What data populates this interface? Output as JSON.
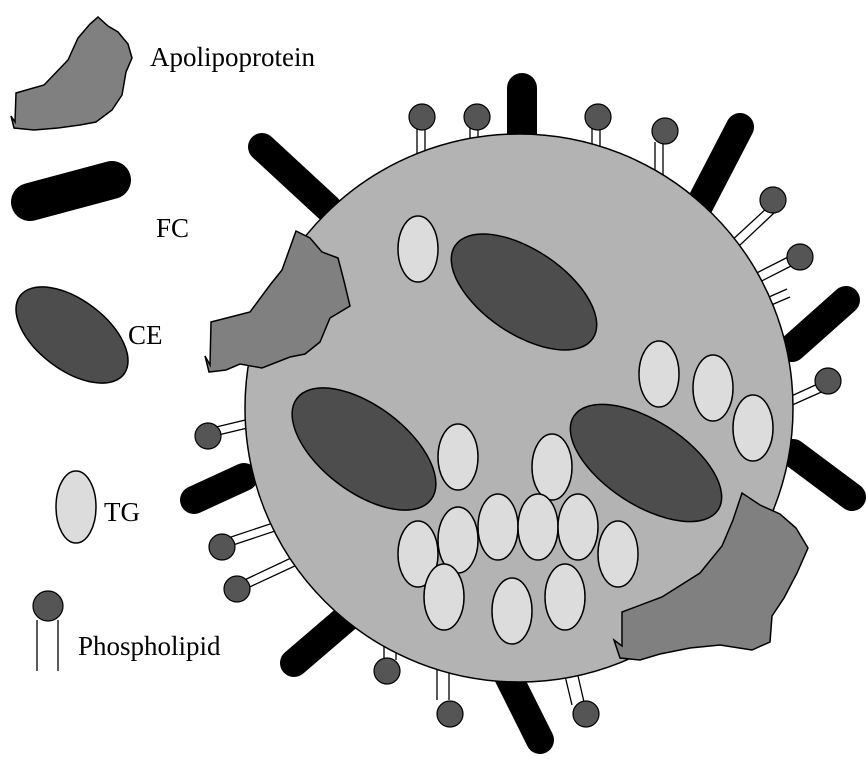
{
  "legend": {
    "apolipoprotein": "Apolipoprotein",
    "fc": "FC",
    "ce": "CE",
    "tg": "TG",
    "phospholipid": "Phospholipid"
  },
  "colors": {
    "particle": "#b3b3b3",
    "apolipoprotein": "#808080",
    "ce": "#4d4d4d",
    "tg": "#dcdcdc",
    "phospholipid_head": "#555555",
    "fc": "#000000"
  }
}
